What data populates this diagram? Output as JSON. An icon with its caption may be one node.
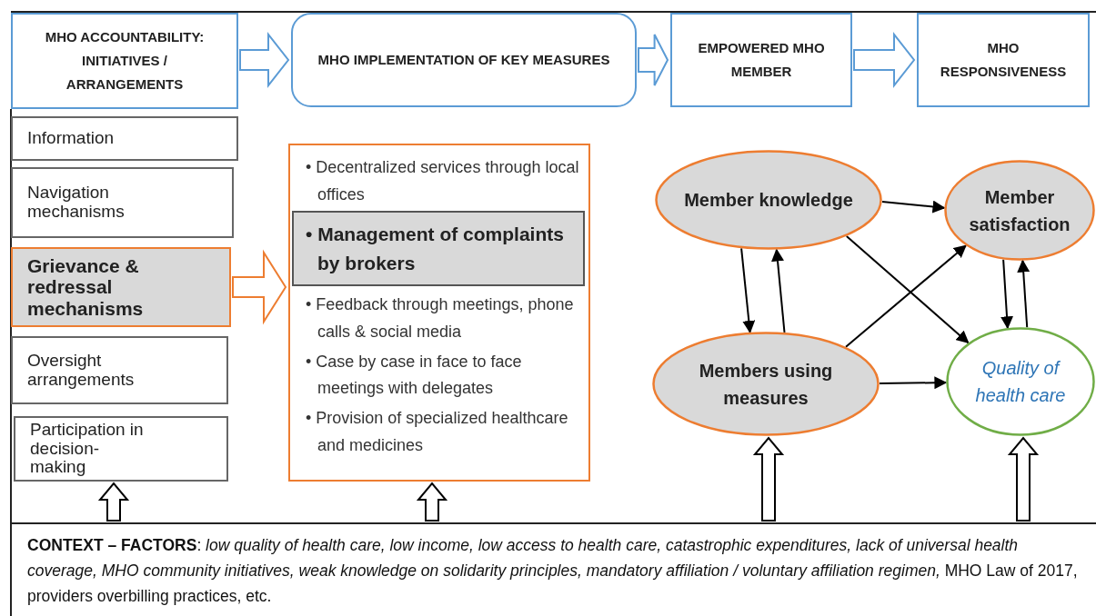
{
  "diagram": {
    "nodes": [
      {
        "text": [
          "MHO ACCOUNTABILITY: INITIATIVES / ARRANGEMENTS"
        ]
      },
      {
        "text": [
          "MHO IMPLEMENTATION OF KEY MEASURES"
        ]
      },
      {
        "text": [
          "EMPOWERED MHO MEMBER"
        ]
      },
      {
        "text": [
          "MHO RESPONSIVENESS"
        ]
      },
      {
        "text": [
          "Information"
        ]
      },
      {
        "text": [
          "Navigation mechanisms"
        ]
      },
      {
        "text": [
          "Grievance & redressal mechanisms"
        ]
      },
      {
        "text": [
          "Oversight arrangements"
        ]
      },
      {
        "text": [
          "Participation in decision-making"
        ]
      },
      {
        "text": [
          "• Decentralized services through local offices",
          "• Feedback through meetings, phone calls & social media",
          "• Case by case in face to face meetings with delegates",
          "• Provision of specialized healthcare and medicines"
        ]
      },
      {
        "text": [
          "• Management of complaints by brokers"
        ],
        "in": 9
      },
      {
        "text": [
          "Member knowledge"
        ]
      },
      {
        "text": [
          "Member satisfaction"
        ]
      },
      {
        "text": [
          "Members using measures"
        ]
      },
      {
        "text": [
          "Quality of health care"
        ]
      },
      {
        "text": [
          "**CONTEXT – FACTORS**: *low quality of health care, low income, low access to health care, catastrophic expenditures, lack of universal health coverage, MHO community initiatives, weak knowledge on solidarity principles, mandatory affiliation / voluntary affiliation regimen,* MHO Law of 2017, providers overbilling practices, etc."
        ]
      }
    ],
    "edges": [
      {
        "from": 0,
        "to": 1,
        "arrow": "to",
        "style": "thick",
        "color": "#5b9bd5"
      },
      {
        "from": 1,
        "to": 2,
        "arrow": "to",
        "style": "thick",
        "color": "#5b9bd5"
      },
      {
        "from": 2,
        "to": 3,
        "arrow": "to",
        "style": "thick",
        "color": "#5b9bd5"
      },
      {
        "from": 6,
        "to": 9,
        "arrow": "to",
        "style": "thick",
        "color": "#ed7d31"
      },
      {
        "from": 15,
        "to": 8,
        "arrow": "to",
        "style": "thick"
      },
      {
        "from": 15,
        "to": 9,
        "arrow": "to",
        "style": "thick"
      },
      {
        "from": 15,
        "to": 13,
        "arrow": "to",
        "style": "thick"
      },
      {
        "from": 15,
        "to": 14,
        "arrow": "to",
        "style": "thick"
      },
      {
        "from": 11,
        "to": 12,
        "arrow": "to"
      },
      {
        "from": 11,
        "to": 13,
        "arrow": "to"
      },
      {
        "from": 13,
        "to": 11,
        "arrow": "to"
      },
      {
        "from": 11,
        "to": 14,
        "arrow": "to"
      },
      {
        "from": 13,
        "to": 12,
        "arrow": "to"
      },
      {
        "from": 13,
        "to": 14,
        "arrow": "to"
      },
      {
        "from": 12,
        "to": 14,
        "arrow": "to"
      },
      {
        "from": 14,
        "to": 12,
        "arrow": "to"
      }
    ]
  }
}
